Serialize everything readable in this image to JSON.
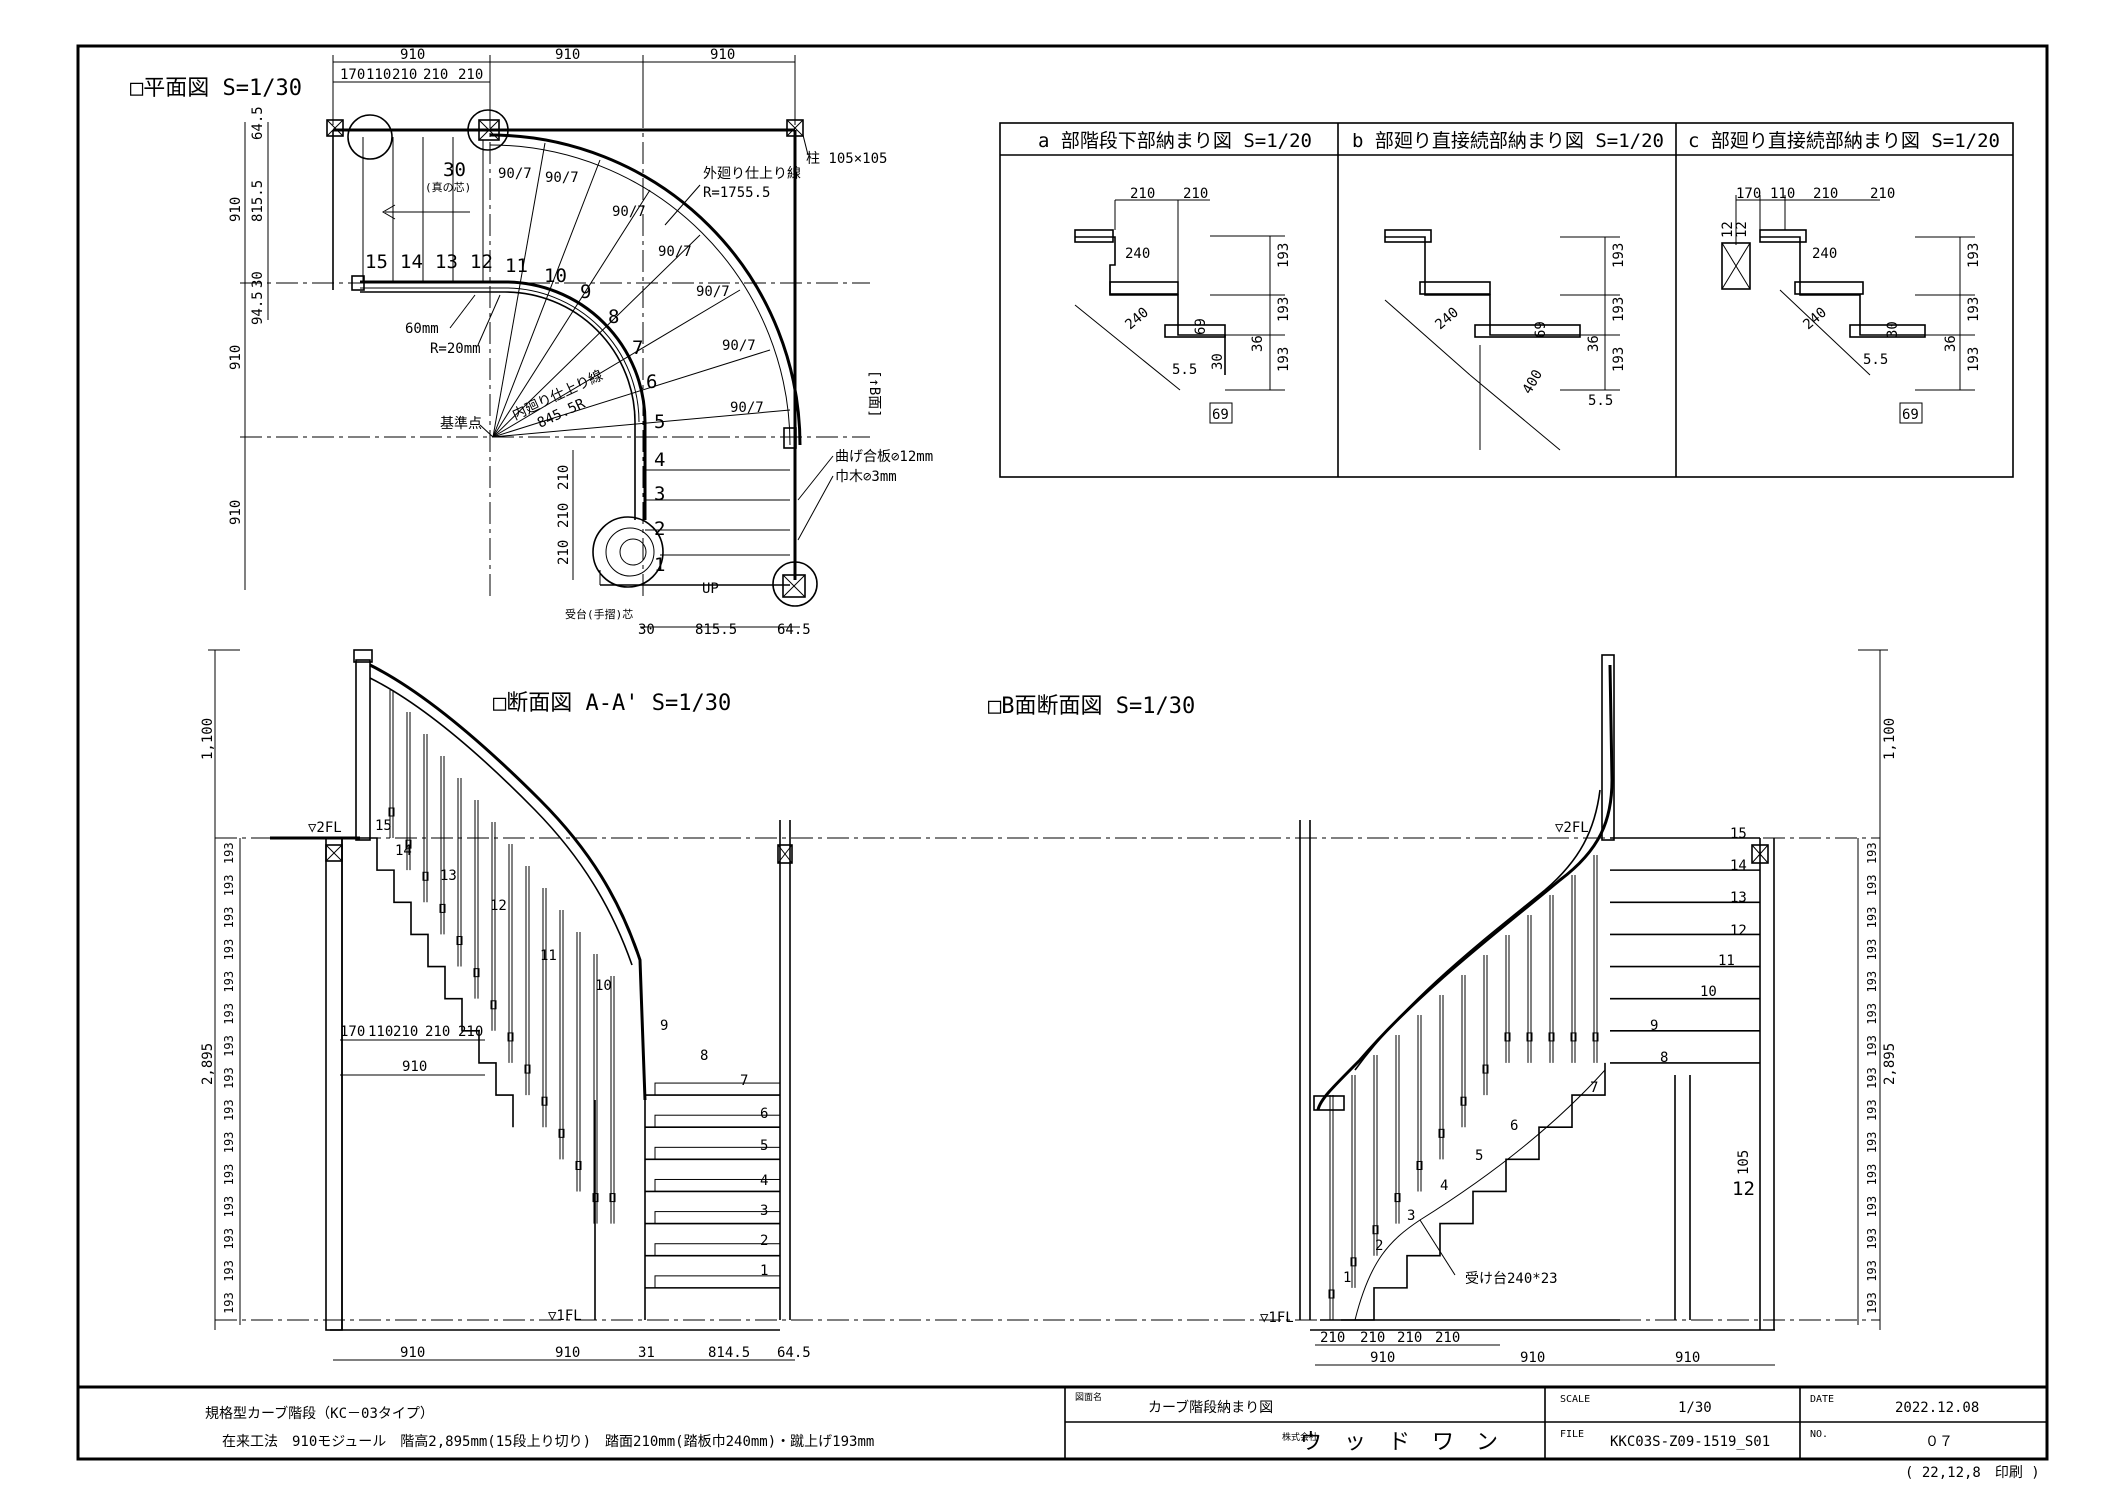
{
  "plan": {
    "title": "□平面図 S=1/30",
    "top_dims": [
      "910",
      "910",
      "910"
    ],
    "sub_dims": [
      "170",
      "110",
      "210",
      "210",
      "210"
    ],
    "left_dims": [
      "64.5",
      "815.5",
      "910",
      "30",
      "94.5",
      "910",
      "910"
    ],
    "bottom_dims": [
      "30",
      "815.5",
      "64.5"
    ],
    "column_note": "柱 105×105",
    "outer_line": "外廻り仕上り線",
    "outer_r": "R=1755.5",
    "inner_line": "内廻り仕上り線",
    "inner_r": "845.5R",
    "base_point": "基準点",
    "handrail_60": "60mm",
    "handrail_r": "R=20mm",
    "plywood": "曲げ合板⊘12mm",
    "skirting": "巾木⊘3mm",
    "b_face": "[↑B面]",
    "up": "UP",
    "rest_note": "受台(手摺)芯",
    "note_30": "30",
    "note_sub": "(真の芯)",
    "angle": "90/7",
    "stair_dims": [
      "210",
      "210",
      "210"
    ],
    "steps": [
      "1",
      "2",
      "3",
      "4",
      "5",
      "6",
      "7",
      "8",
      "9",
      "10",
      "11",
      "12",
      "13",
      "14",
      "15"
    ]
  },
  "detail_a": {
    "title": "a 部階段下部納まり図 S=1/20",
    "dims": [
      "210",
      "210",
      "240",
      "240",
      "69",
      "30",
      "5.5",
      "69",
      "193",
      "193",
      "193",
      "36"
    ]
  },
  "detail_b": {
    "title": "b 部廻り直接続部納まり図 S=1/20",
    "dims": [
      "240",
      "69",
      "400",
      "5.5",
      "193",
      "193",
      "193",
      "36"
    ]
  },
  "detail_c": {
    "title": "c 部廻り直接続部納まり図 S=1/20",
    "dims": [
      "170",
      "110",
      "210",
      "210",
      "12",
      "12",
      "240",
      "240",
      "30",
      "5.5",
      "69",
      "193",
      "193",
      "193",
      "36"
    ]
  },
  "section_a": {
    "title": "□断面図 A-A' S=1/30",
    "fl2": "▽2FL",
    "fl1": "▽1FL",
    "h_1100": "1,100",
    "h_total": "2,895",
    "riser": "193",
    "inner_dims": [
      "170",
      "110",
      "210",
      "210",
      "210"
    ],
    "inner_910": "910",
    "bottom_dims": [
      "910",
      "910",
      "31",
      "814.5",
      "64.5"
    ]
  },
  "section_b": {
    "title": "□B面断面図 S=1/30",
    "fl2": "▽2FL",
    "fl1": "▽1FL",
    "h_1100": "1,100",
    "h_total": "2,895",
    "riser": "193",
    "support": "受け台240*23",
    "post_105": "105",
    "post_12": "12",
    "bottom_dims": [
      "210",
      "210",
      "210",
      "210",
      "910",
      "910",
      "910"
    ]
  },
  "title_block": {
    "product": "規格型カーブ階段（KC－03タイプ）",
    "spec": "在来工法　910モジュール　階高2,895mm(15段上り切り)　踏面210mm(踏板巾240mm)・蹴上げ193mm",
    "drawing_name_label": "図面名",
    "drawing_name": "カーブ階段納まり図",
    "company_label": "株式会社",
    "company": "ウ　ッ　ド　ワ　ン",
    "scale_label": "SCALE",
    "scale": "1/30",
    "file_label": "FILE",
    "file": "KKC03S-Z09-1519_S01",
    "date_label": "DATE",
    "date": "2022.12.08",
    "no_label": "NO.",
    "no": "０７",
    "printed": "( 22,12,8　印刷 )"
  }
}
